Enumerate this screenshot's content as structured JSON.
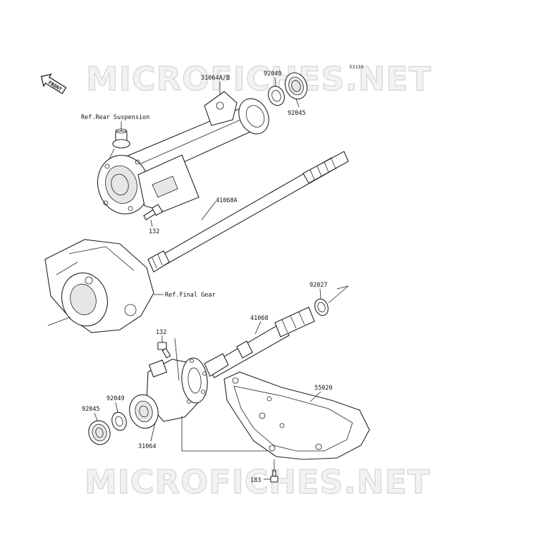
{
  "watermark": "MICROFICHES.NET",
  "diagram_code": "E3133",
  "front_label": "FRONT",
  "labels": {
    "housing_ab": "31064A/B",
    "seal_top": "92049",
    "bearing_top": "92045",
    "ref_rear_suspension": "Ref.Rear Suspension",
    "bolt_top": "132",
    "shaft_long": "41068A",
    "ref_final_gear": "Ref.Final Gear",
    "ring": "92027",
    "shaft_short": "41068",
    "bolt_mid": "132",
    "guard": "55020",
    "seal_bottom": "92049",
    "bearing_bottom": "92045",
    "housing": "31064",
    "bolt_bottom": "183"
  }
}
